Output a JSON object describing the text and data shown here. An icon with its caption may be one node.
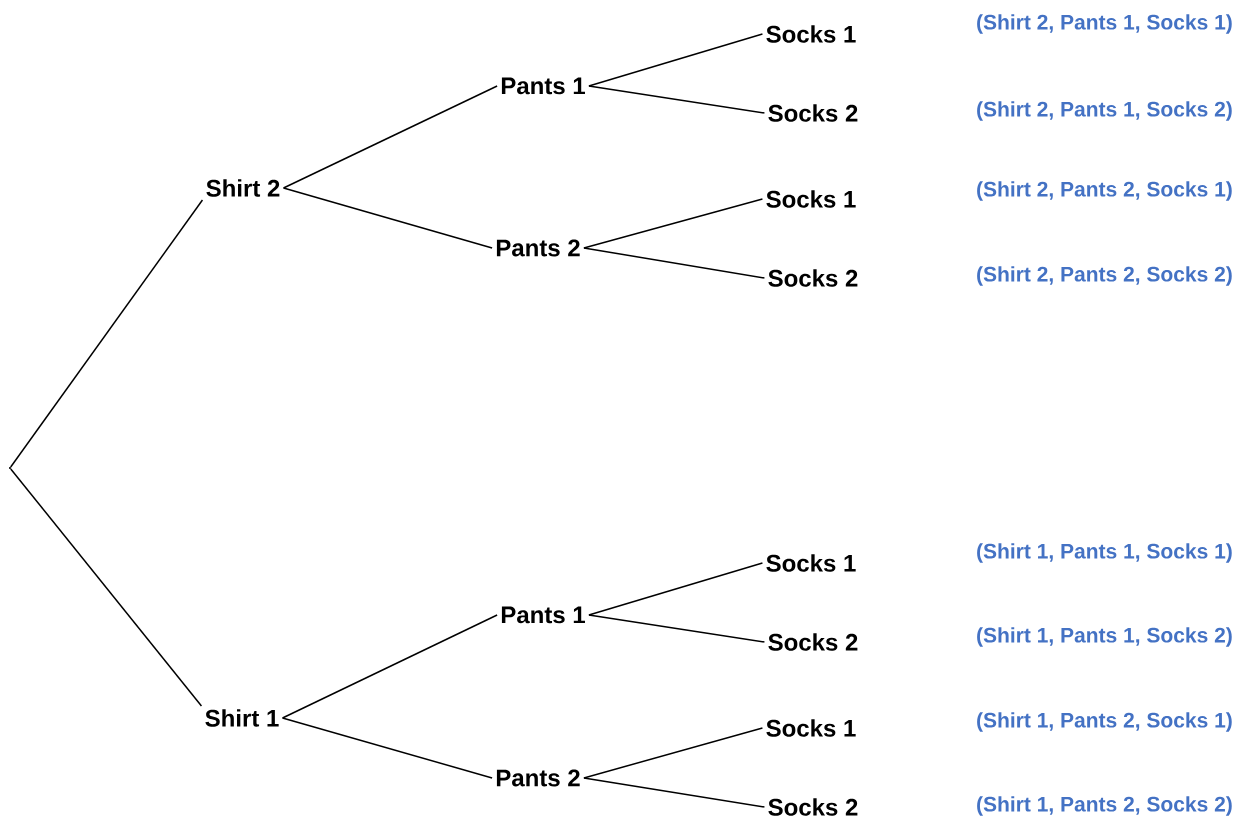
{
  "diagram": {
    "nodes": [
      {
        "text": [],
        "shape": "point"
      },
      {
        "text": [
          "Shirt 2"
        ]
      },
      {
        "text": [
          "Pants 1"
        ]
      },
      {
        "text": [
          "Socks 1"
        ],
        "beside": [
          "(Shirt 2, Pants 1, Socks 1)"
        ]
      },
      {
        "text": [
          "Socks 2"
        ],
        "beside": [
          "(Shirt 2, Pants 1, Socks 2)"
        ]
      },
      {
        "text": [
          "Pants 2"
        ]
      },
      {
        "text": [
          "Socks 1"
        ],
        "beside": [
          "(Shirt 2, Pants 2, Socks 1)"
        ]
      },
      {
        "text": [
          "Socks 2"
        ],
        "beside": [
          "(Shirt 2, Pants 2, Socks 2)"
        ]
      },
      {
        "text": [
          "Shirt 1"
        ]
      },
      {
        "text": [
          "Pants 1"
        ]
      },
      {
        "text": [
          "Socks 1"
        ],
        "beside": [
          "(Shirt 1, Pants 1, Socks 1)"
        ]
      },
      {
        "text": [
          "Socks 2"
        ],
        "beside": [
          "(Shirt 1, Pants 1, Socks 2)"
        ]
      },
      {
        "text": [
          "Pants 2"
        ]
      },
      {
        "text": [
          "Socks 1"
        ],
        "beside": [
          "(Shirt 1, Pants 2, Socks 1)"
        ]
      },
      {
        "text": [
          "Socks 2"
        ],
        "beside": [
          "(Shirt 1, Pants 2, Socks 2)"
        ]
      }
    ],
    "edges": [
      {
        "from": 0,
        "to": 1,
        "arrow": "none"
      },
      {
        "from": 1,
        "to": 2,
        "arrow": "none"
      },
      {
        "from": 2,
        "to": 3,
        "arrow": "none"
      },
      {
        "from": 2,
        "to": 4,
        "arrow": "none"
      },
      {
        "from": 1,
        "to": 5,
        "arrow": "none"
      },
      {
        "from": 5,
        "to": 6,
        "arrow": "none"
      },
      {
        "from": 5,
        "to": 7,
        "arrow": "none"
      },
      {
        "from": 0,
        "to": 8,
        "arrow": "none"
      },
      {
        "from": 8,
        "to": 9,
        "arrow": "none"
      },
      {
        "from": 9,
        "to": 10,
        "arrow": "none"
      },
      {
        "from": 9,
        "to": 11,
        "arrow": "none"
      },
      {
        "from": 8,
        "to": 12,
        "arrow": "none"
      },
      {
        "from": 12,
        "to": 13,
        "arrow": "none"
      },
      {
        "from": 12,
        "to": 14,
        "arrow": "none"
      }
    ]
  }
}
